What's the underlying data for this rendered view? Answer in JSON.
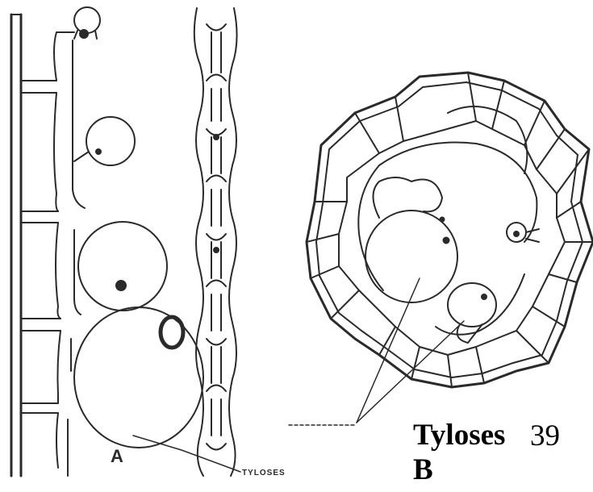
{
  "figure": {
    "panel_a_label": "A",
    "panel_a_caption": "TYLOSES",
    "panel_b_caption": "Tyloses",
    "page_number": "39",
    "panel_b_label": "B"
  },
  "colors": {
    "ink": "#2a2a2a",
    "background": "#ffffff"
  }
}
